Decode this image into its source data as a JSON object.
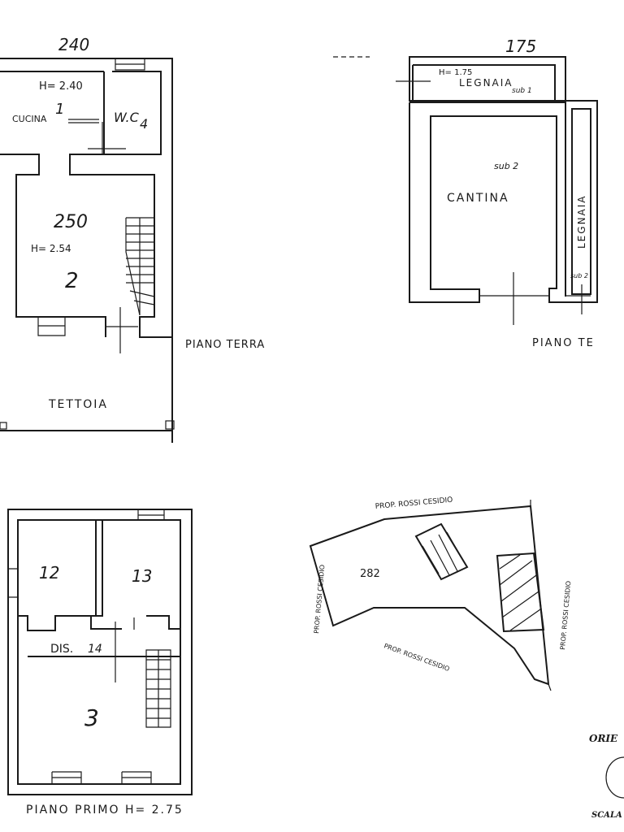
{
  "plan_ground_left": {
    "dimension": "240",
    "kitchen_height": "H= 2.40",
    "kitchen_number": "1",
    "kitchen_label": "CUCINA",
    "wc_label": "W.C",
    "wc_number": "4",
    "room2_dimension": "250",
    "room2_height": "H= 2.54",
    "room2_number": "2",
    "floor_label": "PIANO TERRA",
    "canopy_label": "TETTOIA"
  },
  "plan_ground_right": {
    "dimension": "175",
    "woodshed_height": "H= 1.75",
    "woodshed_label": "LEGNAIA",
    "woodshed_sub": "sub 1",
    "cellar_sub": "sub 2",
    "cellar_label": "CANTINA",
    "woodshed2_label": "LEGNAIA",
    "woodshed2_sub": "sub 2",
    "floor_label": "PIANO TE"
  },
  "plan_first_floor": {
    "room12": "12",
    "room13": "13",
    "dis_label": "DIS.",
    "dis_number": "14",
    "room3": "3",
    "floor_label": "PIANO  PRIMO  H= 2.75"
  },
  "site_map": {
    "north_neighbor": "PROP. ROSSI CESIDIO",
    "west_neighbor": "PROP. ROSSI CESIDIO",
    "east_neighbor": "PROP. ROSSI CESIDIO",
    "south_neighbor": "PROP. ROSSI CESIDIO",
    "parcel_number": "282"
  },
  "legend": {
    "orientation_label": "ORIE",
    "scale_label": "SCALA"
  }
}
